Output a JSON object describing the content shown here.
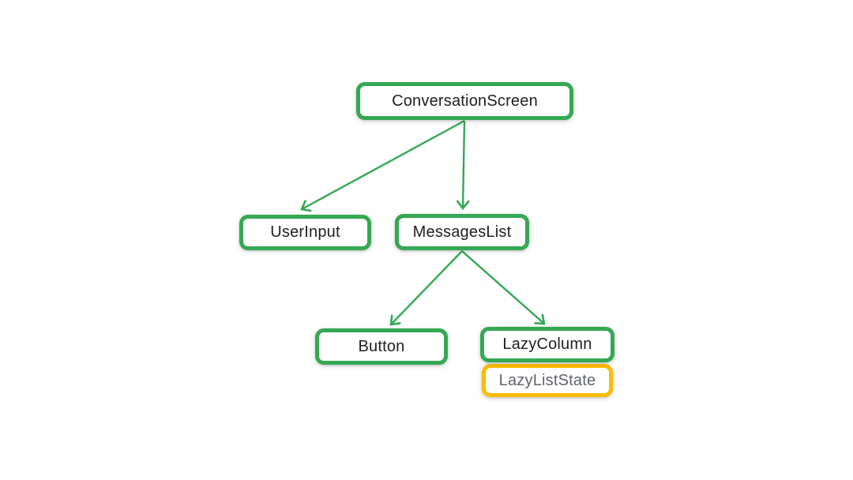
{
  "colors": {
    "background": "#ffffff",
    "node-bg": "#ffffff",
    "node-green": "#34A853",
    "node-yellow": "#FBBC04",
    "edge": "#34A853",
    "text-dark": "#202124",
    "text-gray": "#5F6368"
  },
  "diagram": {
    "type": "component-tree",
    "nodes": [
      {
        "id": "conversation-screen",
        "label": "ConversationScreen",
        "border": "green"
      },
      {
        "id": "user-input",
        "label": "UserInput",
        "border": "green"
      },
      {
        "id": "messages-list",
        "label": "MessagesList",
        "border": "green"
      },
      {
        "id": "button",
        "label": "Button",
        "border": "green"
      },
      {
        "id": "lazy-column",
        "label": "LazyColumn",
        "border": "green"
      },
      {
        "id": "lazy-list-state",
        "label": "LazyListState",
        "border": "yellow"
      }
    ],
    "edges": [
      {
        "from": "ConversationScreen",
        "to": "UserInput"
      },
      {
        "from": "ConversationScreen",
        "to": "MessagesList"
      },
      {
        "from": "MessagesList",
        "to": "Button"
      },
      {
        "from": "MessagesList",
        "to": "LazyColumn"
      }
    ]
  }
}
